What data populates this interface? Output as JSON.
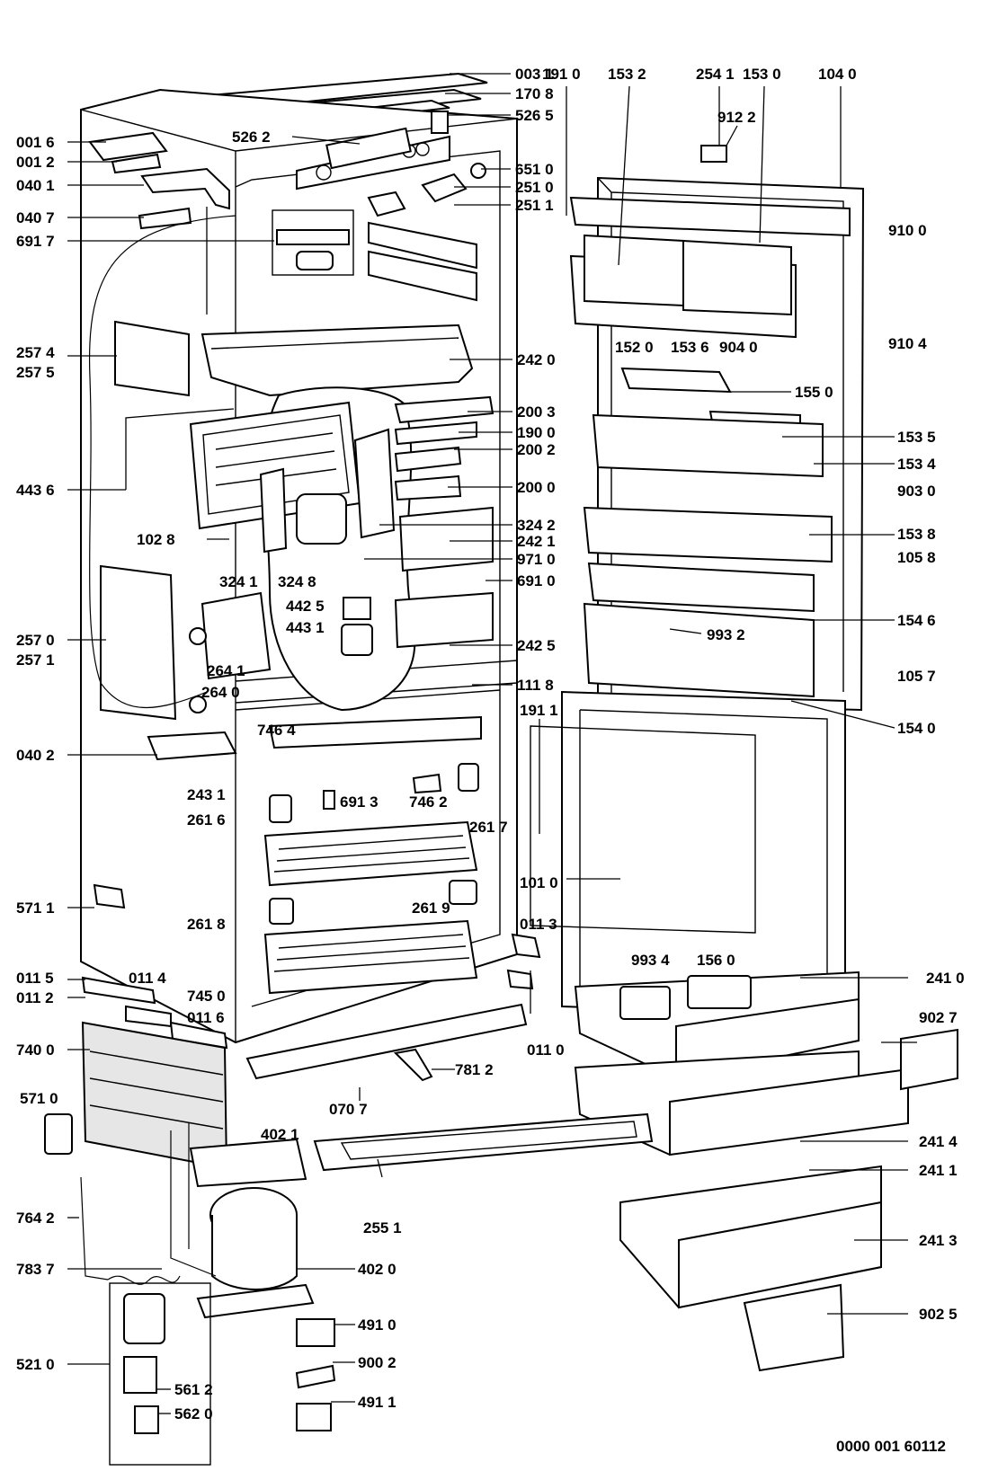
{
  "diagram": {
    "document_id": "0000 001 60112",
    "callouts": [
      "003 1",
      "170 8",
      "526 5",
      "526 2",
      "001 6",
      "001 2",
      "040 1",
      "040 7",
      "691 7",
      "651 0",
      "251 0",
      "251 1",
      "191 0",
      "153 2",
      "254 1",
      "153 0",
      "104 0",
      "912 2",
      "910 0",
      "910 4",
      "257 4",
      "257 5",
      "242 0",
      "152 0",
      "153 6",
      "904 0",
      "155 0",
      "200 3",
      "190 0",
      "200 2",
      "443 6",
      "200 0",
      "153 5",
      "153 4",
      "903 0",
      "102 8",
      "324 2",
      "242 1",
      "153 8",
      "105 8",
      "324 1",
      "324 8",
      "971 0",
      "691 0",
      "442 5",
      "154 6",
      "443 1",
      "242 5",
      "993 2",
      "257 0",
      "257 1",
      "264 1",
      "105 7",
      "264 0",
      "111 8",
      "746 4",
      "154 0",
      "191 1",
      "040 2",
      "243 1",
      "691 3",
      "746 2",
      "261 6",
      "261 7",
      "101 0",
      "571 1",
      "261 8",
      "261 9",
      "011 3",
      "011 5",
      "011 4",
      "011 2",
      "993 4",
      "156 0",
      "241 0",
      "745 0",
      "011 6",
      "740 0",
      "011 0",
      "902 7",
      "781 2",
      "571 0",
      "070 7",
      "241 4",
      "402 1",
      "241 1",
      "764 2",
      "255 1",
      "241 3",
      "783 7",
      "402 0",
      "902 5",
      "491 0",
      "521 0",
      "900 2",
      "561 2",
      "491 1",
      "562 0"
    ]
  }
}
